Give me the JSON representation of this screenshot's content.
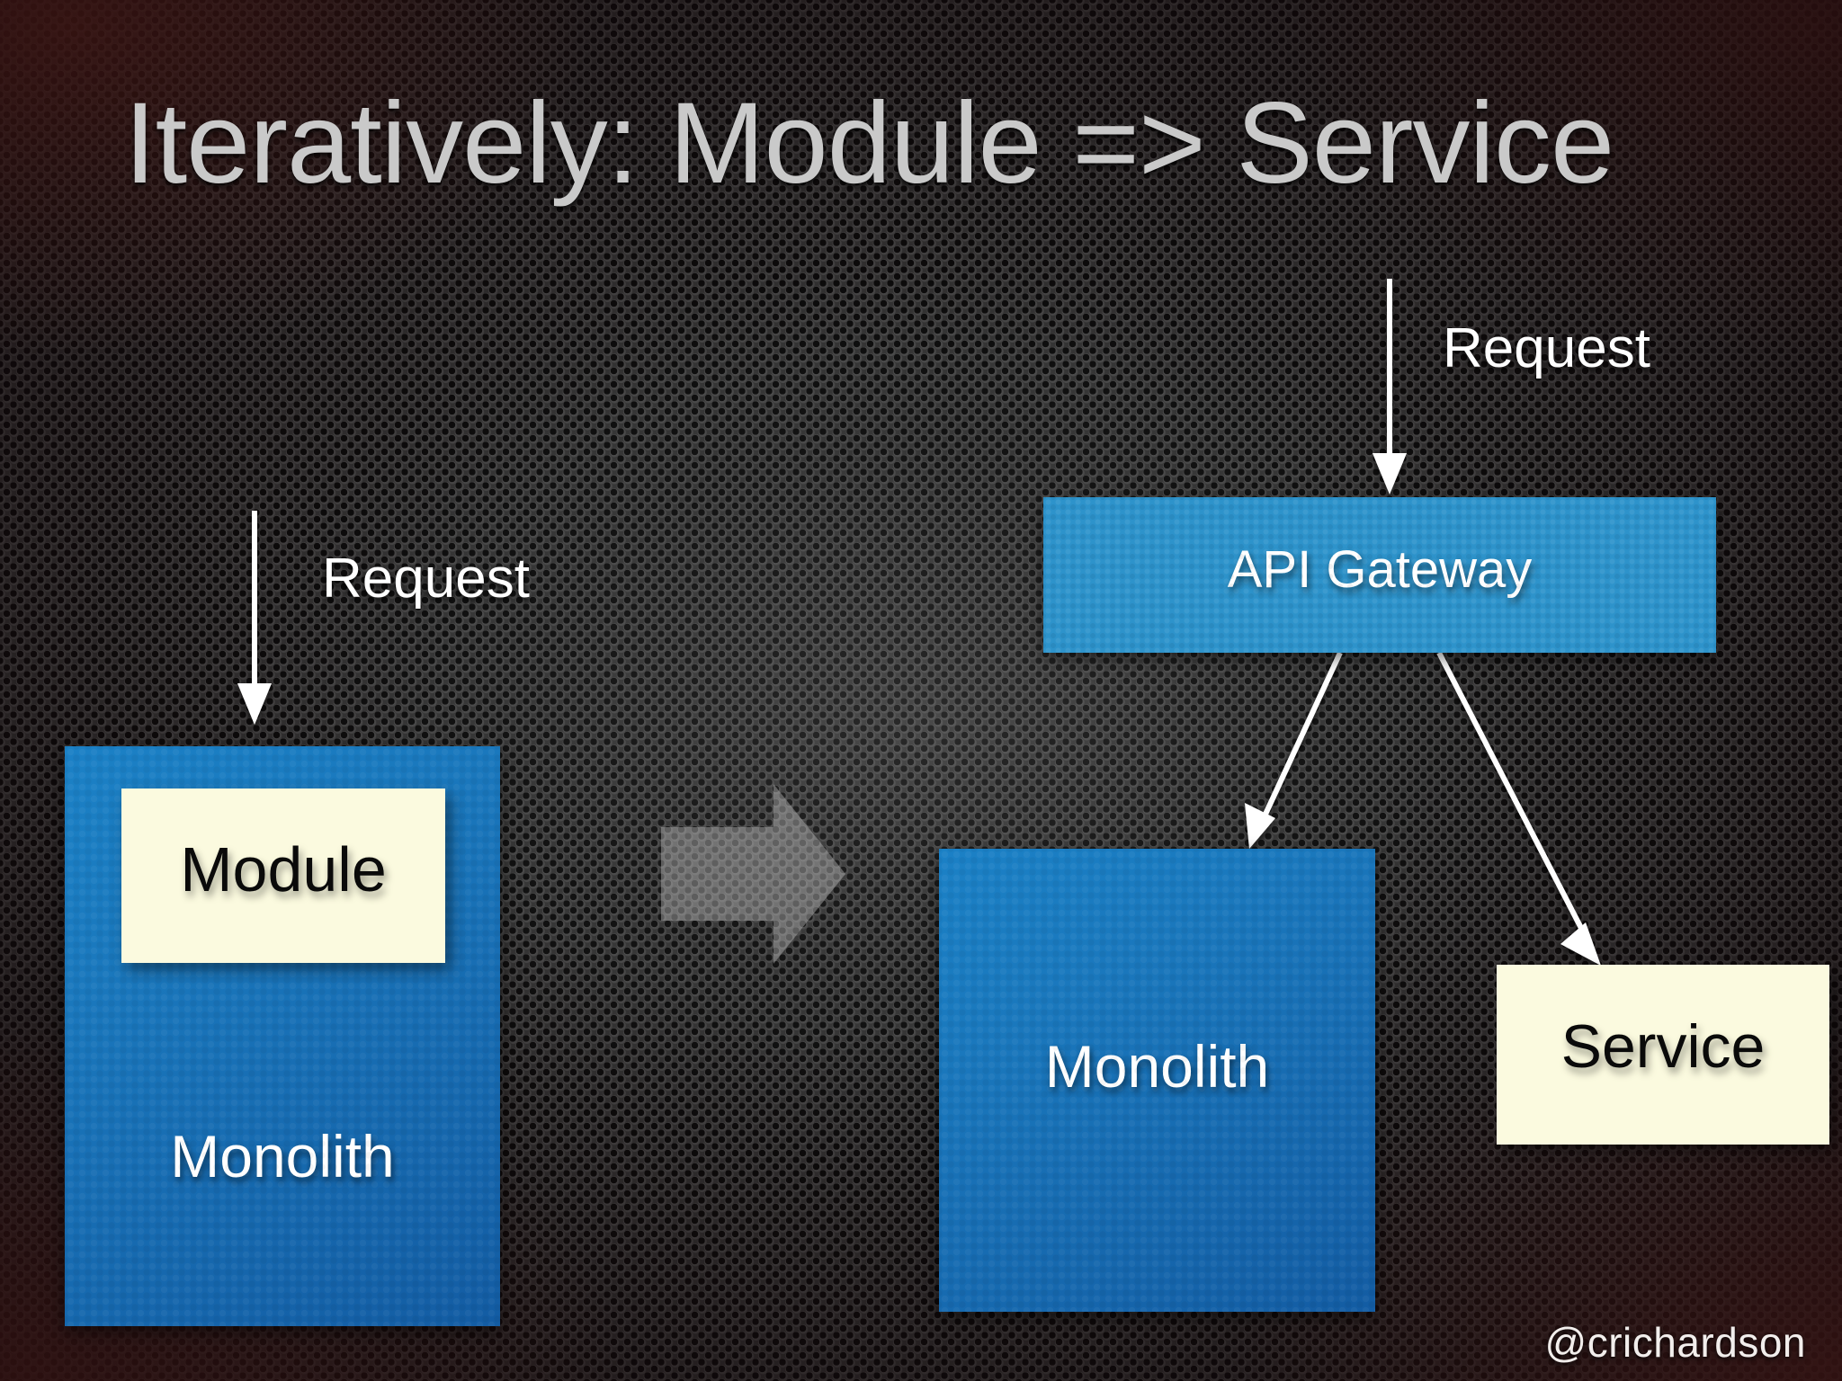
{
  "slide": {
    "title": "Iteratively: Module => Service",
    "credit": "@crichardson",
    "title_color": "#c9c9c9",
    "background_color": "#2a2a2a"
  },
  "palette": {
    "monolith_blue": "#1668ae",
    "gateway_blue": "#2d93cb",
    "module_cream": "#fbfadf",
    "arrow_white": "#ffffff",
    "transition_arrow_gray": "#8c8c8c"
  },
  "before": {
    "request_label": "Request",
    "request_arrow": "down-arrow-icon",
    "monolith": {
      "label": "Monolith",
      "module": {
        "label": "Module"
      }
    }
  },
  "transition": {
    "icon": "right-arrow-icon"
  },
  "after": {
    "request_label": "Request",
    "request_arrow": "down-arrow-icon",
    "gateway": {
      "label": "API Gateway"
    },
    "monolith": {
      "label": "Monolith"
    },
    "service": {
      "label": "Service"
    },
    "gateway_to_monolith_arrow": "diagonal-arrow-icon",
    "gateway_to_service_arrow": "diagonal-arrow-icon"
  }
}
